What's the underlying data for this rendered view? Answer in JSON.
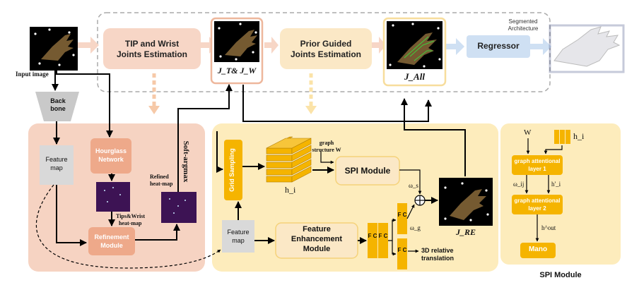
{
  "title_top": {
    "line1": "Segmented",
    "line2": "Architecture"
  },
  "input_label": "Input image",
  "backbone": {
    "line1": "Back",
    "line2": "bone"
  },
  "feature_map_left": {
    "line1": "Feature",
    "line2": "map"
  },
  "hourglass": {
    "line1": "Hourglass",
    "line2": "Network"
  },
  "refinement": {
    "line1": "Refinement",
    "line2": "Module"
  },
  "tips_heatmap": {
    "line1": "Tips&Wrist",
    "line2": "heat-map"
  },
  "refined_heatmap": {
    "line1": "Refined",
    "line2": "heat-map"
  },
  "soft_argmax": "Soft-argmax",
  "tip_wrist": {
    "line1": "TIP and Wrist",
    "line2": "Joints Estimation"
  },
  "prior_guided": {
    "line1": "Prior Guided",
    "line2": "Joints Estimation"
  },
  "regressor": "Regressor",
  "jt_jw": "J_T& J_W",
  "j_all": "J_All",
  "j_re": "J_RE",
  "grid_sampling": "Grid Sampling",
  "h_i": "h_i",
  "graph_structure": {
    "line1": "graph",
    "line2": "structure W"
  },
  "spi_module_box": "SPI Module",
  "omega_s": "ω_s",
  "omega_g": "ω_g",
  "feature_map_mid": {
    "line1": "Feature",
    "line2": "map"
  },
  "feature_enhancement": {
    "line1": "Feature",
    "line2": "Enhancement",
    "line3": "Module"
  },
  "fc": "F C",
  "translation": {
    "line1": "3D relative",
    "line2": "translation"
  },
  "spi_panel": {
    "w_label": "W",
    "h_label": "h_i",
    "gal1": {
      "line1": "graph attentional",
      "line2": "layer 1"
    },
    "omega_ij": "ω_ij",
    "h_prime": "h'_i",
    "gal2": {
      "line1": "graph attentional",
      "line2": "layer 2"
    },
    "h_out": "h^out",
    "mano": "Mano",
    "caption": "SPI Module"
  },
  "colors": {
    "salmon_panel": "#f6d3c2",
    "salmon_box": "#eea98a",
    "yellow_panel": "#fdecbc",
    "gold": "#f5b400",
    "cream_box": "#fbe8c6",
    "regressor_blue": "#cfe0f3",
    "heatmap_purple": "#3d1354",
    "feature_gray": "#d9d9d9"
  }
}
